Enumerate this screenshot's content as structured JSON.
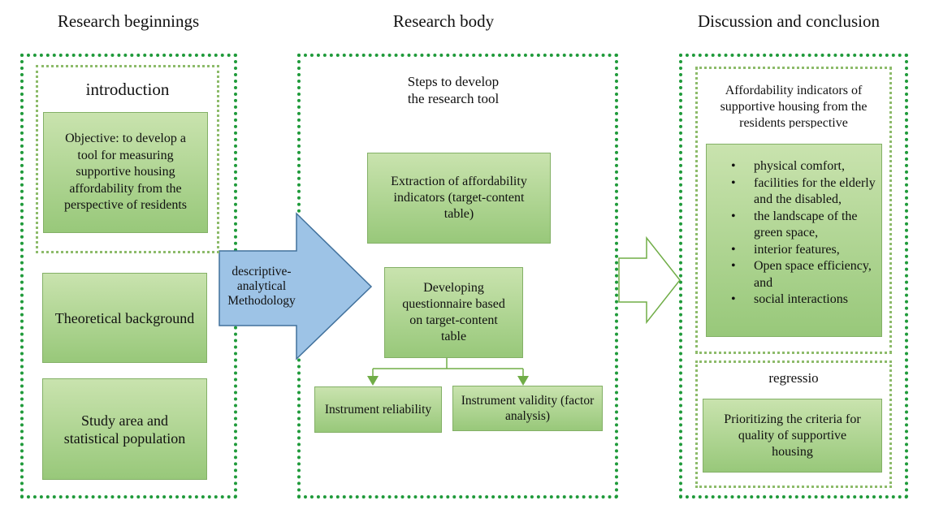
{
  "columns": {
    "beginnings": {
      "title": "Research beginnings",
      "intro_heading": "introduction",
      "objective": "Objective: to develop a tool for measuring supportive housing affordability from the perspective of residents",
      "theory": "Theoretical background",
      "study": "Study area and statistical population"
    },
    "body": {
      "title": "Research body",
      "steps": "Steps to develop the research tool",
      "extraction": "Extraction of affordability indicators (target-content table)",
      "questionnaire": "Developing questionnaire based on target-content table",
      "reliability": "Instrument reliability",
      "validity": "Instrument validity (factor analysis)"
    },
    "conclusion": {
      "title": "Discussion and  conclusion",
      "indicators_heading": "Affordability indicators of supportive housing from the residents perspective",
      "indicators": [
        "physical comfort,",
        "facilities for the elderly and the disabled,",
        "the landscape of the green space,",
        "interior features,",
        "Open space efficiency, and",
        "social interactions"
      ],
      "regression_heading": "regressio",
      "prioritizing": "Prioritizing the criteria for quality of supportive housing"
    }
  },
  "arrow": {
    "label": "descriptive-analytical Methodology"
  },
  "colors": {
    "outer_border": "#1f9a3a",
    "inner_border": "#8dbb6a",
    "box_fill_top": "#c9e3ae",
    "box_fill_bottom": "#98c87a",
    "arrow_fill": "#9dc3e6",
    "arrow_stroke": "#41719c",
    "connector": "#70ad47"
  }
}
